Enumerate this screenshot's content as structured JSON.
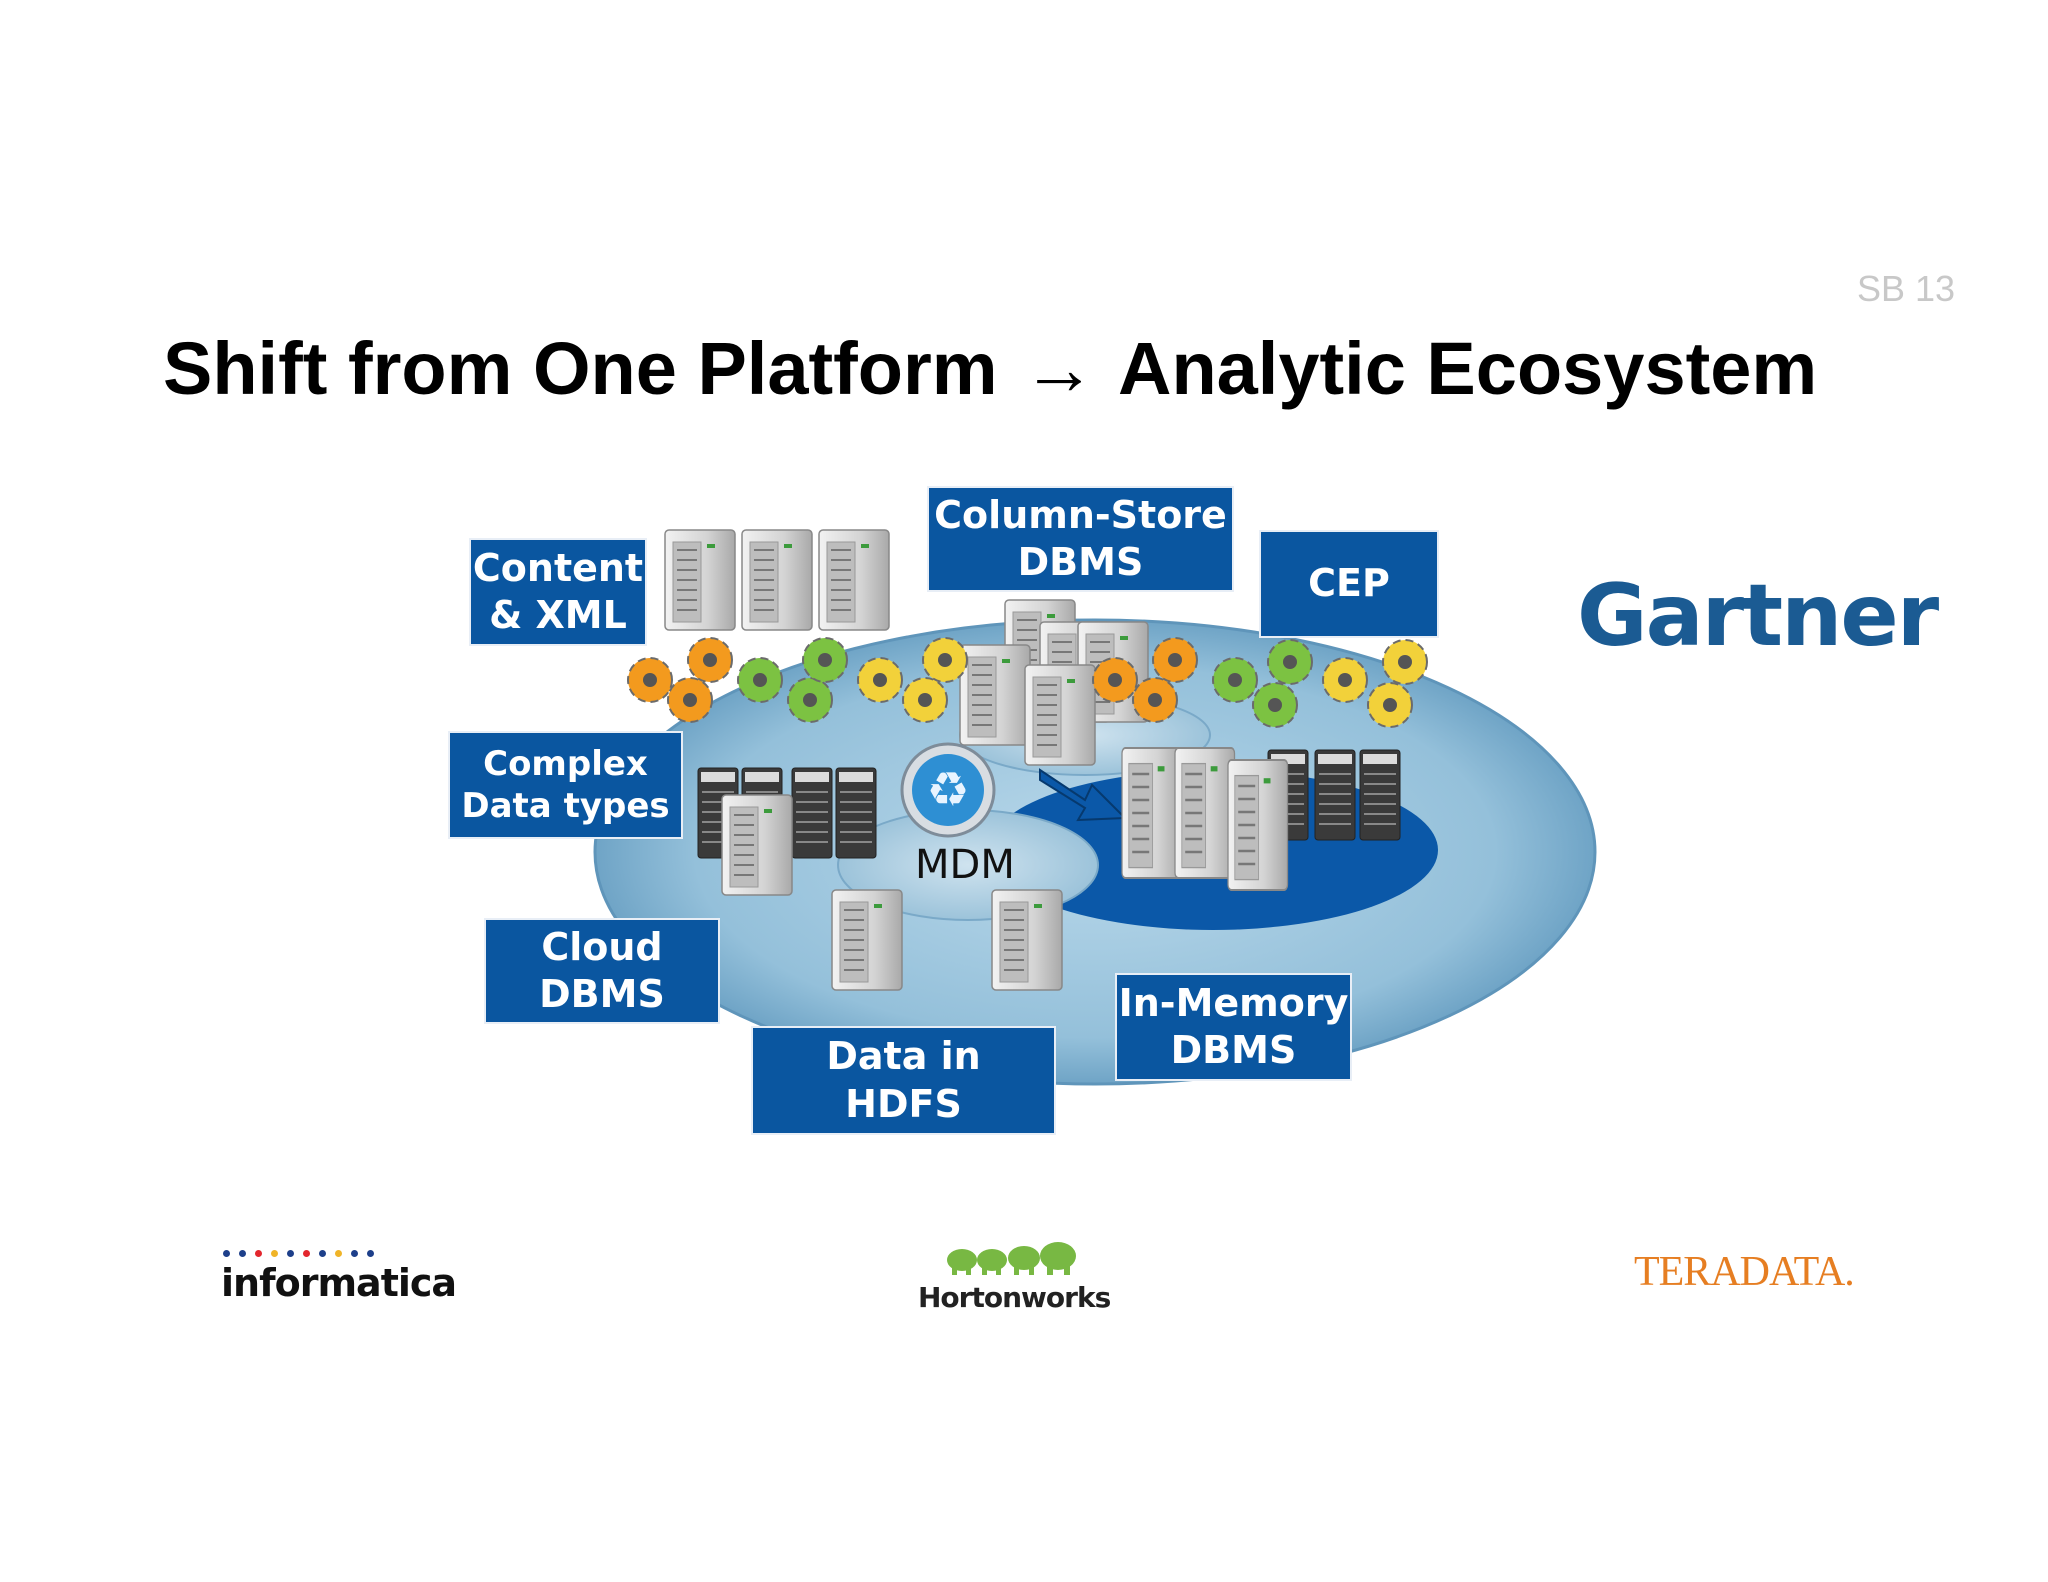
{
  "slide_number": "SB 13",
  "title": {
    "left": "Shift from One Platform",
    "arrow": "→",
    "right": "Analytic Ecosystem"
  },
  "labels": {
    "content_xml": [
      "Content",
      "& XML"
    ],
    "column_store": [
      "Column-Store",
      "DBMS"
    ],
    "cep": "CEP",
    "complex": [
      "Complex",
      "Data types"
    ],
    "cloud": [
      "Cloud",
      "DBMS"
    ],
    "hdfs": [
      "Data in",
      "HDFS"
    ],
    "in_memory": [
      "In-Memory",
      "DBMS"
    ],
    "mdm": "MDM"
  },
  "brand": {
    "gartner": "Gartner",
    "informatica": "informatica",
    "hortonworks": "Hortonworks",
    "teradata": "TERADATA."
  },
  "colors": {
    "label_bg": "#0a56a0",
    "disc_light": "#9cc6dd",
    "disc_dark": "#0b58a8",
    "gear_orange": "#f39a1e",
    "gear_green": "#7cc242",
    "gear_yellow": "#f2d13a"
  },
  "icons": [
    "server-icon",
    "gear-icon",
    "recycle-icon",
    "arrow-icon",
    "elephant-icon"
  ]
}
